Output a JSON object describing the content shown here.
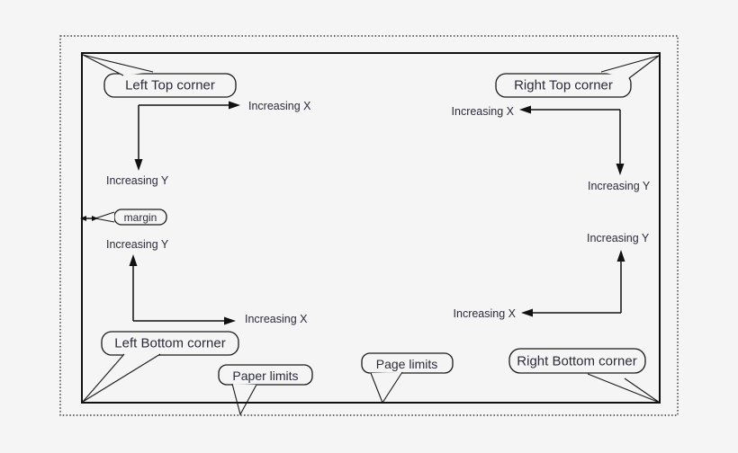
{
  "diagram": {
    "background_color": "#f5f5f5",
    "line_color": "#111111",
    "text_color": "#2b2b3a",
    "boundaries": {
      "outer": "paper (dotted)",
      "inner": "page (solid)"
    }
  },
  "labels": {
    "left_top_corner": "Left Top corner",
    "right_top_corner": "Right Top corner",
    "left_bottom_corner": "Left Bottom corner",
    "right_bottom_corner": "Right Bottom corner",
    "paper_limits": "Paper limits",
    "page_limits": "Page limits",
    "margin": "margin",
    "increasing_x": "Increasing X",
    "increasing_y": "Increasing Y"
  }
}
